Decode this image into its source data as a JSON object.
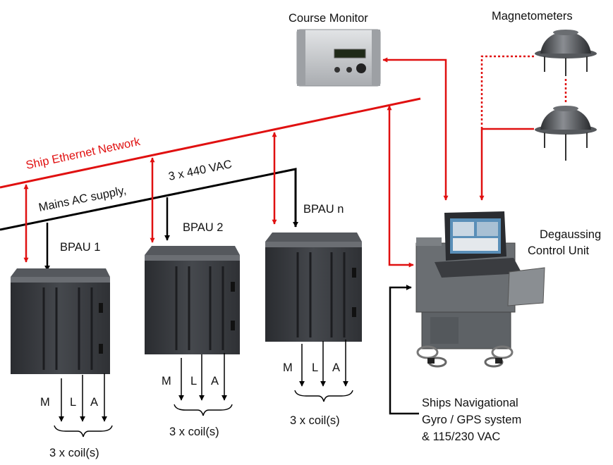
{
  "labels": {
    "course_monitor": "Course Monitor",
    "magnetometers": "Magnetometers",
    "ship_ethernet": "Ship Ethernet Network",
    "mains_ac": "Mains AC supply,",
    "vac_440": "3 x 440 VAC",
    "bpau_1": "BPAU 1",
    "bpau_2": "BPAU 2",
    "bpau_n": "BPAU n",
    "dcu_line1": "Degaussing",
    "dcu_line2": "Control Unit",
    "nav_line1": "Ships Navigational",
    "nav_line2": "Gyro / GPS system",
    "nav_line3": "& 115/230 VAC",
    "coil_m": "M",
    "coil_l": "L",
    "coil_a": "A",
    "coils": "3 x coil(s)"
  },
  "colors": {
    "network": "#e01010",
    "power": "#000000",
    "cabinet": "#3a3d42",
    "monitor_body": "#c9ccd0",
    "magnetometer": "#45484c",
    "dcu_body": "#5e6266"
  }
}
